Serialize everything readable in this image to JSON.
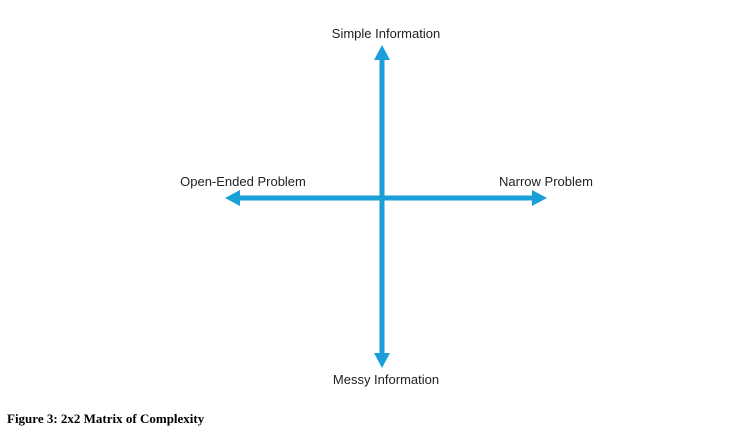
{
  "diagram": {
    "labels": {
      "top": "Simple Information",
      "bottom": "Messy Information",
      "left": "Open-Ended Problem",
      "right": "Narrow Problem"
    },
    "arrow_color": "#1a9fd9"
  },
  "caption": "Figure 3: 2x2 Matrix of Complexity"
}
